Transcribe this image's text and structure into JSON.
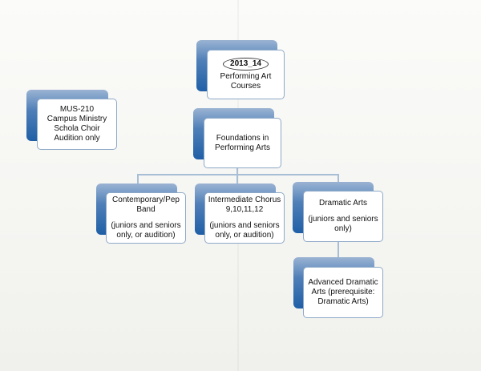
{
  "nodes": {
    "header": {
      "year": "2013_14",
      "lines": [
        "Performing Art",
        "Courses"
      ]
    },
    "campus_ministry": {
      "lines": [
        "MUS-210",
        "Campus Ministry",
        "Schola Choir",
        "Audition only"
      ]
    },
    "foundations": {
      "lines": [
        "Foundations in",
        "Performing Arts"
      ]
    },
    "contemporary": {
      "lines": [
        "Contemporary/Pep",
        "Band"
      ],
      "note": [
        "(juniors and seniors",
        "only, or audition)"
      ]
    },
    "intermediate": {
      "lines": [
        "Intermediate Chorus",
        "9,10,11,12"
      ],
      "note": [
        "(juniors and seniors",
        "only, or audition)"
      ]
    },
    "dramatic": {
      "lines": [
        "Dramatic Arts"
      ],
      "note": [
        "(juniors and seniors",
        "only)"
      ]
    },
    "advanced": {
      "lines": [
        "Advanced Dramatic",
        "Arts (prerequisite:",
        "Dramatic Arts)"
      ]
    }
  },
  "colors": {
    "box_gradient_top": "#9ab3d3",
    "box_gradient_bottom": "#1f5fa6",
    "connector": "#a8bed6",
    "box_border": "#8ea9c8"
  }
}
